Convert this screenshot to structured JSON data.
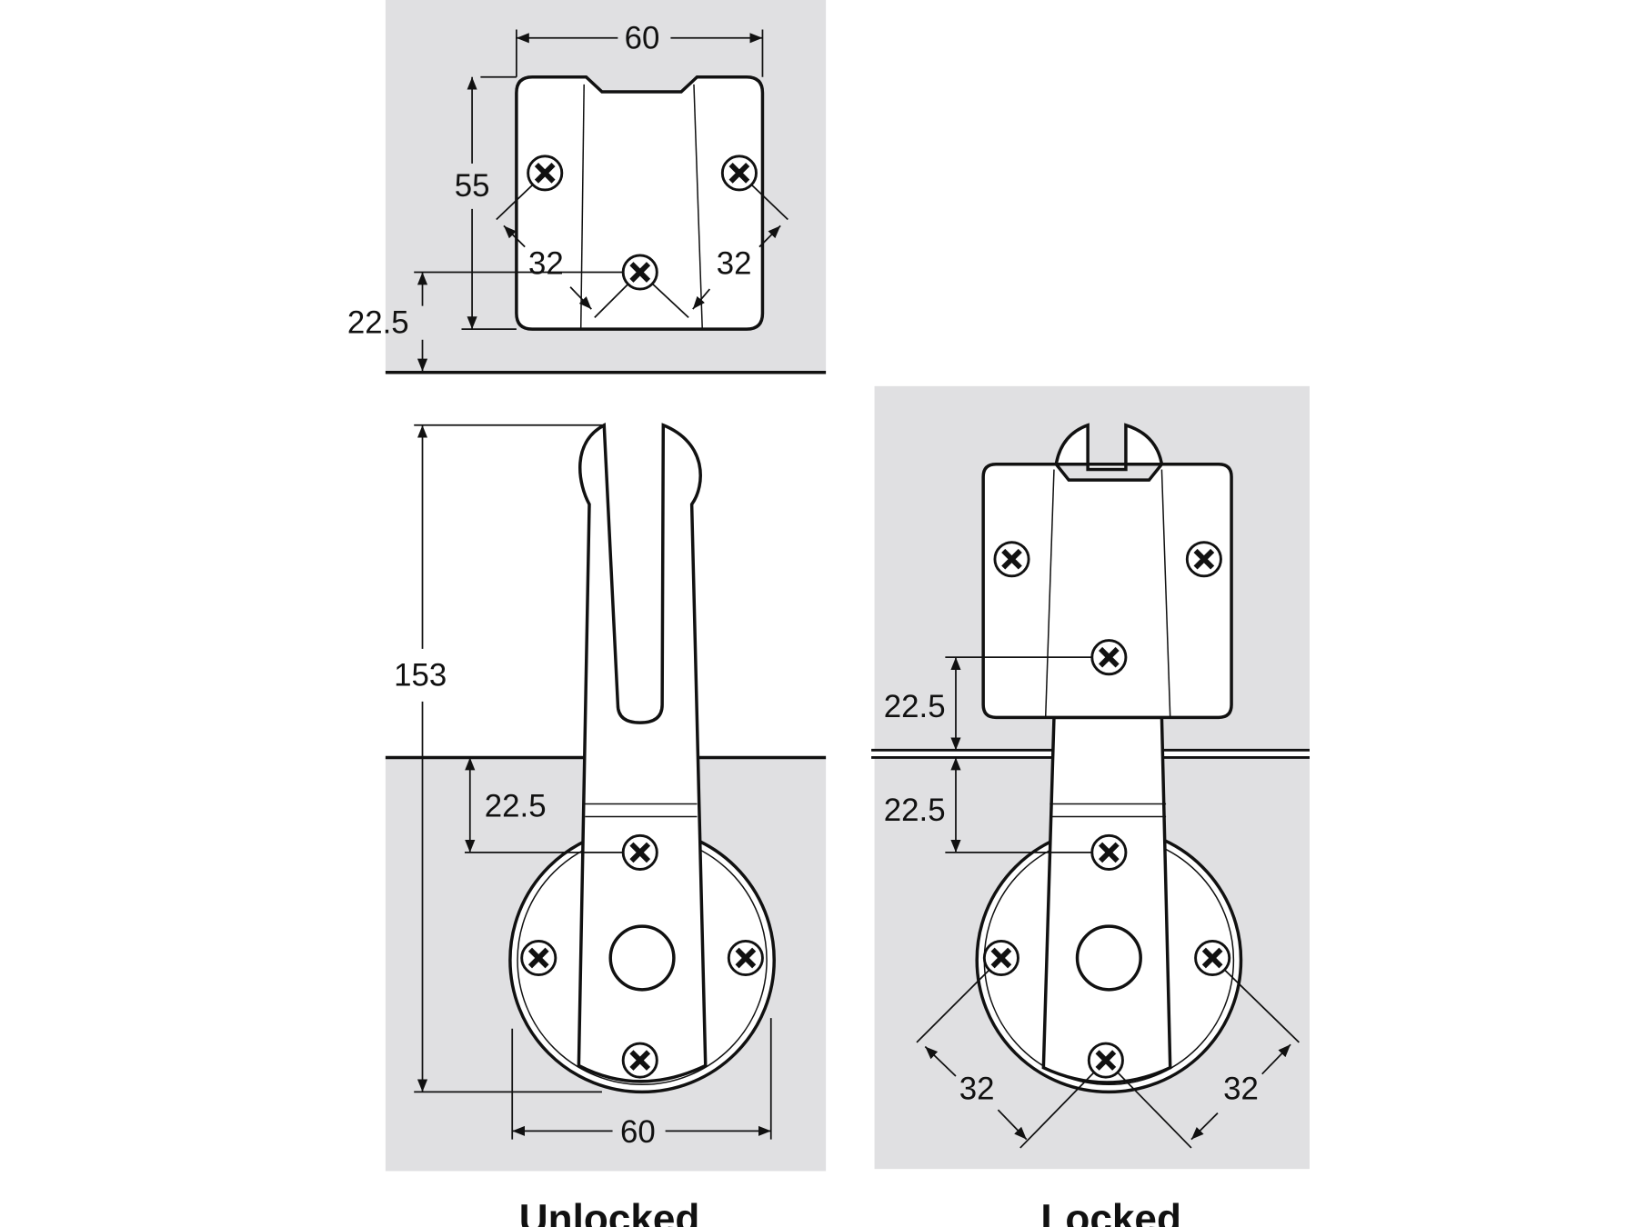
{
  "unlocked": {
    "caption": "Unlocked",
    "top_width": "60",
    "top_height": "55",
    "top_offset": "22.5",
    "top_pitch_left": "32",
    "top_pitch_right": "32",
    "overall_height": "153",
    "arm_offset": "22.5",
    "base_diameter": "60"
  },
  "locked": {
    "caption": "Locked",
    "upper_offset": "22.5",
    "lower_offset": "22.5",
    "pitch_left": "32",
    "pitch_right": "32"
  },
  "colors": {
    "panel": "#e0e0e2",
    "line": "#111111"
  }
}
